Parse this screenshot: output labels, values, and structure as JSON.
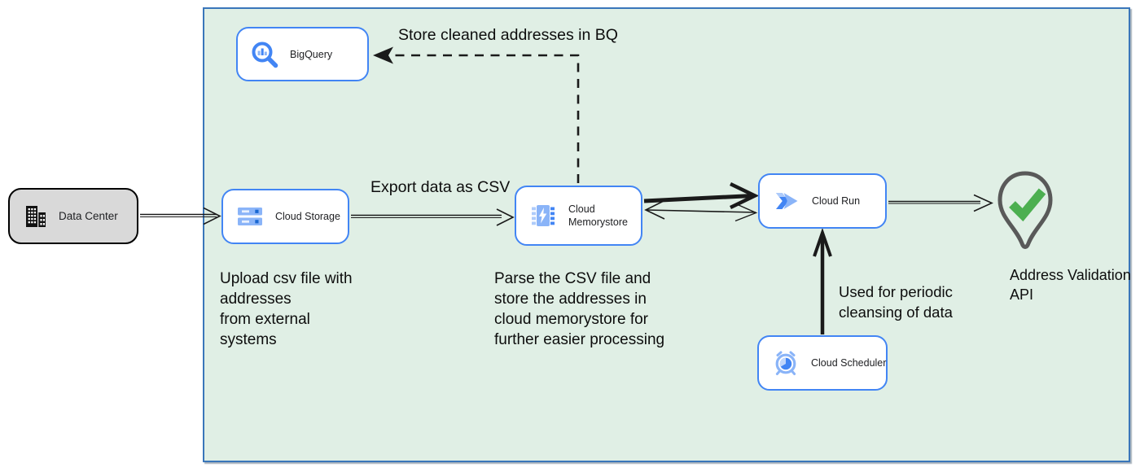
{
  "colors": {
    "boundary_fill": "#e0efe5",
    "boundary_border": "#3a76ba",
    "node_border": "#4285f4",
    "node_fill": "#ffffff",
    "datacenter_fill": "#d9d9d9",
    "datacenter_border": "#000000",
    "arrow_black": "#1a1a1a",
    "icon_blue_dark": "#4285f4",
    "icon_blue_light": "#8ab4f8",
    "check_green": "#4caf50",
    "pin_outline_gray": "#595959"
  },
  "nodes": {
    "data_center": {
      "label": "Data Center"
    },
    "bigquery": {
      "label": "BigQuery"
    },
    "cloud_storage": {
      "label": "Cloud Storage"
    },
    "cloud_memorystore": {
      "label": "Cloud Memorystore"
    },
    "cloud_run": {
      "label": "Cloud Run"
    },
    "cloud_scheduler": {
      "label": "Cloud Scheduler"
    },
    "address_validation": {
      "label": "Address Validation\nAPI"
    }
  },
  "edge_labels": {
    "store_bq": "Store cleaned addresses in BQ",
    "export_csv": "Export data as CSV",
    "periodic": "Used for periodic\ncleansing of data"
  },
  "notes": {
    "upload": "Upload csv file with\naddresses\nfrom external\nsystems",
    "parse": "Parse the CSV file and\nstore the addresses in\ncloud  memorystore for\nfurther easier processing"
  }
}
